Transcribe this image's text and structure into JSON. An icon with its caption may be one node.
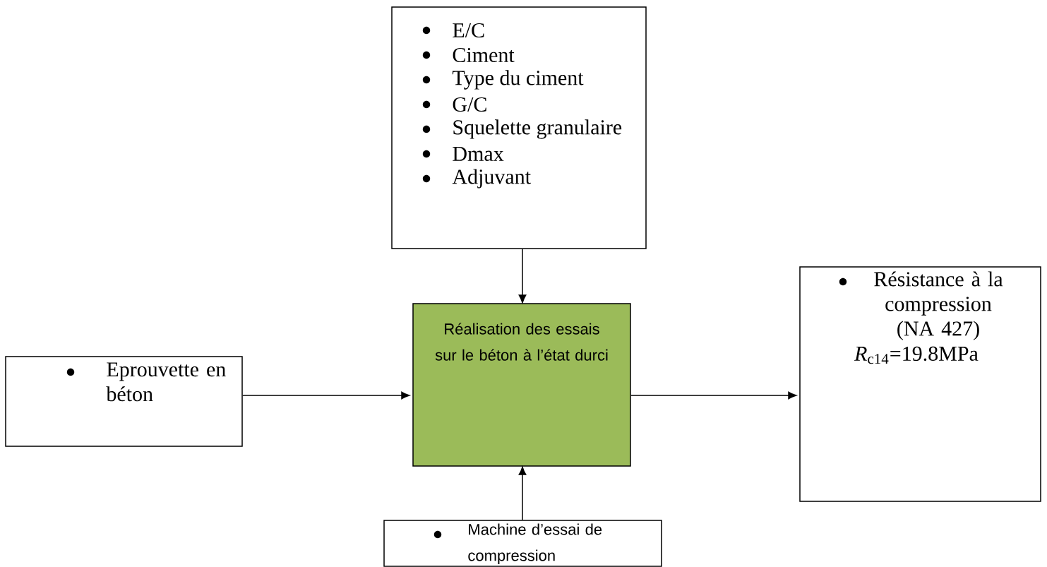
{
  "diagram": {
    "nodes": [
      {
        "text": [
          "E/C",
          "Ciment",
          "Type du ciment",
          "G/C",
          "Squelette granulaire",
          "Dmax",
          "Adjuvant"
        ]
      },
      {
        "text": [
          "Réalisation des essais sur le béton à l’état durci"
        ]
      },
      {
        "text": [
          "Eprouvette en béton"
        ]
      },
      {
        "text": [
          "Résistance à la compression (NA 427)",
          "*R*$_{c14}$=19.8MPa"
        ]
      },
      {
        "text": [
          "Machine d’essai de compression"
        ]
      }
    ],
    "edges": [
      {
        "from": 0,
        "to": 1,
        "arrow": "to"
      },
      {
        "from": 2,
        "to": 1,
        "arrow": "to"
      },
      {
        "from": 1,
        "to": 3,
        "arrow": "to"
      },
      {
        "from": 4,
        "to": 1,
        "arrow": "to"
      }
    ]
  }
}
